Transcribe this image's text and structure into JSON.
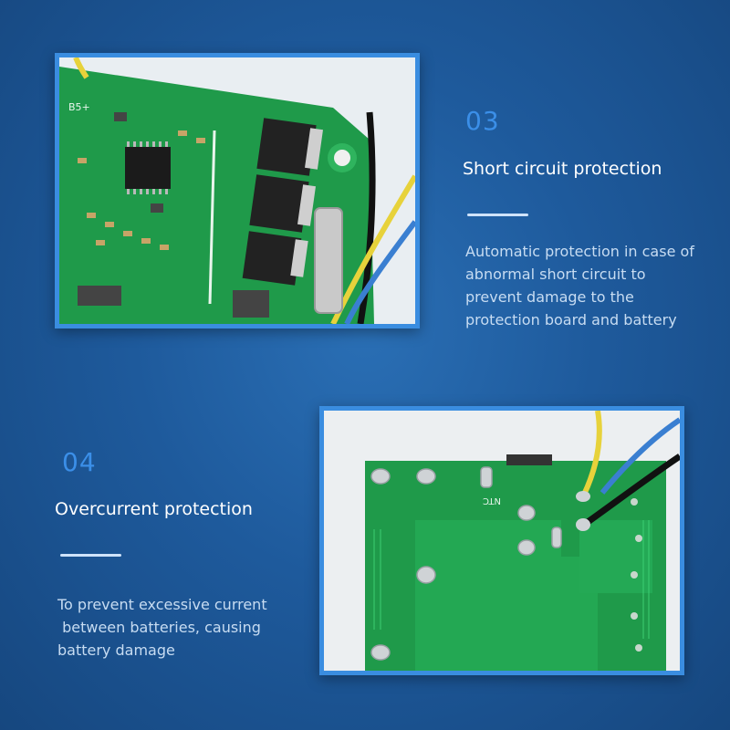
{
  "sections": [
    {
      "number": "03",
      "title": "Short circuit protection",
      "lines": [
        "Automatic protection in case of",
        "abnormal short circuit to",
        "prevent damage to the",
        "protection board and battery"
      ]
    },
    {
      "number": "04",
      "title": "Overcurrent protection",
      "lines": [
        "To prevent excessive current",
        " between batteries, causing",
        "battery damage"
      ]
    }
  ],
  "board_labels": {
    "label_b5": "B5+",
    "label_ntc": "NTC"
  },
  "colors": {
    "background": "#1e5a9c",
    "frame": "#3a8de0",
    "accent_number": "#3b8fe8",
    "pcb_green": "#1f9a4a"
  }
}
